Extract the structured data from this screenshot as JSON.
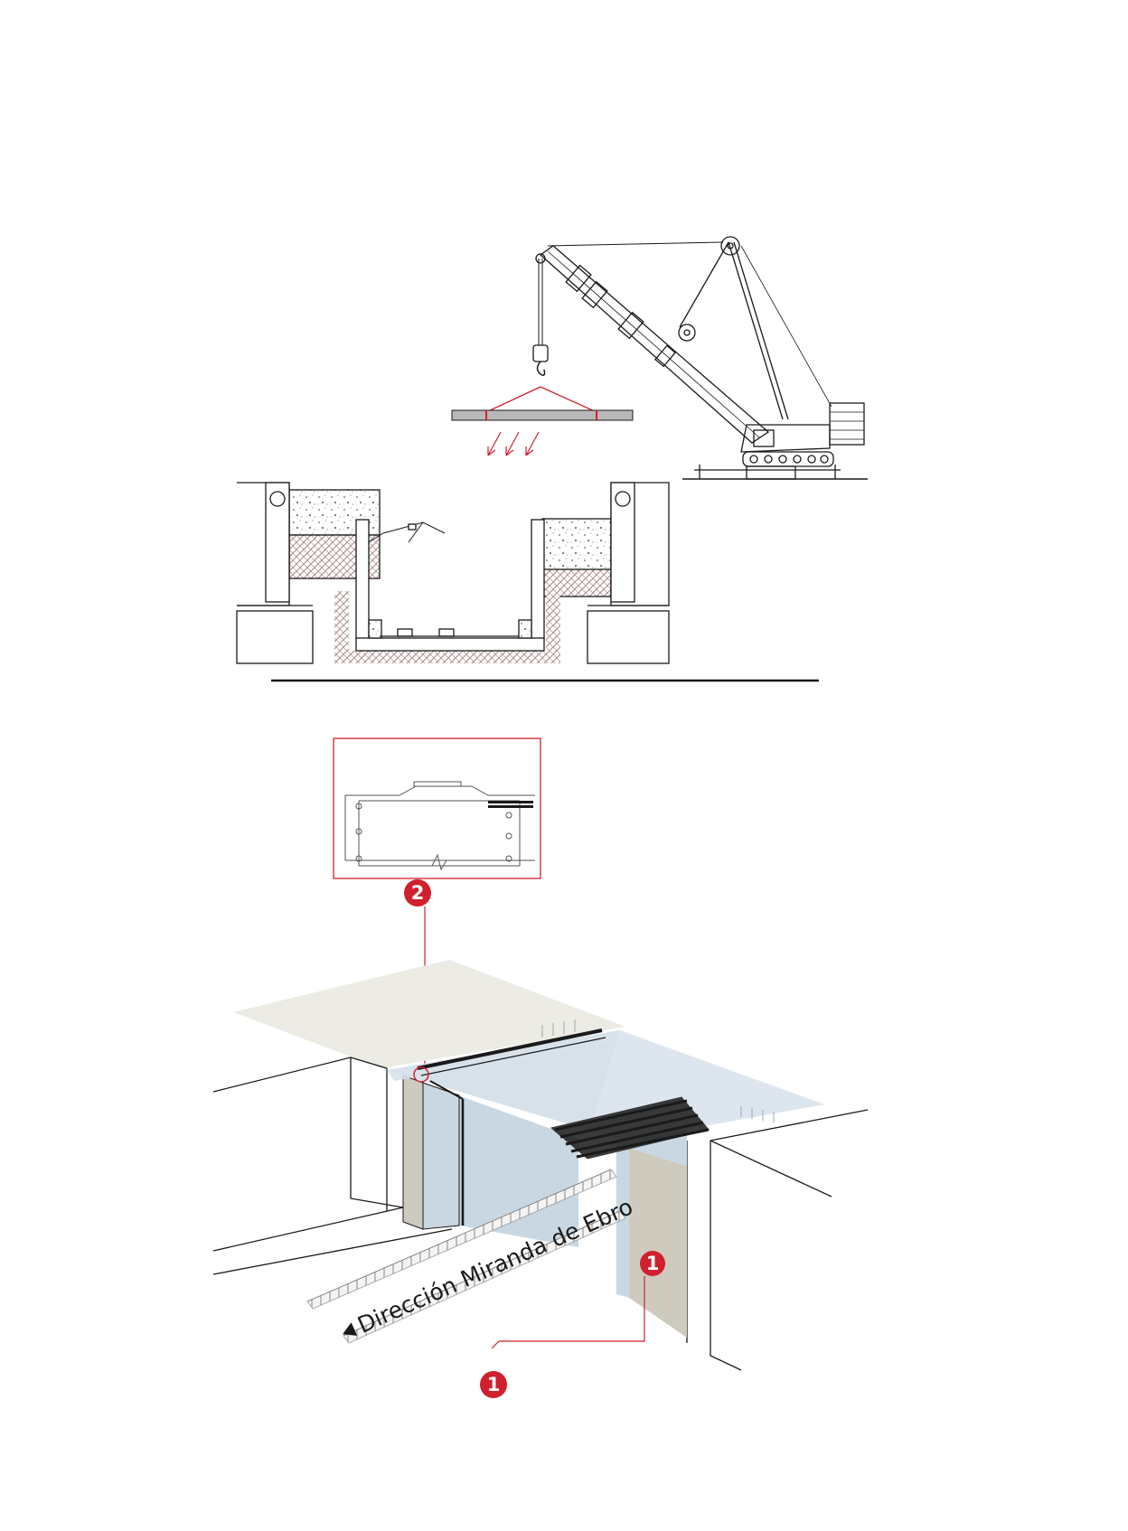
{
  "direction_label": "Dirección Miranda de Ebro",
  "markers": {
    "m1_top": "1",
    "m1_bottom": "1",
    "m2": "2"
  },
  "colors": {
    "accent_red": "#d0202e",
    "line": "#1a1a1a",
    "steel_blue": "#c9d7e2",
    "concrete_tan": "#cfcabe",
    "ground_beige": "#ecebe4"
  },
  "icons": {
    "direction_arrow": "triangle-left"
  }
}
